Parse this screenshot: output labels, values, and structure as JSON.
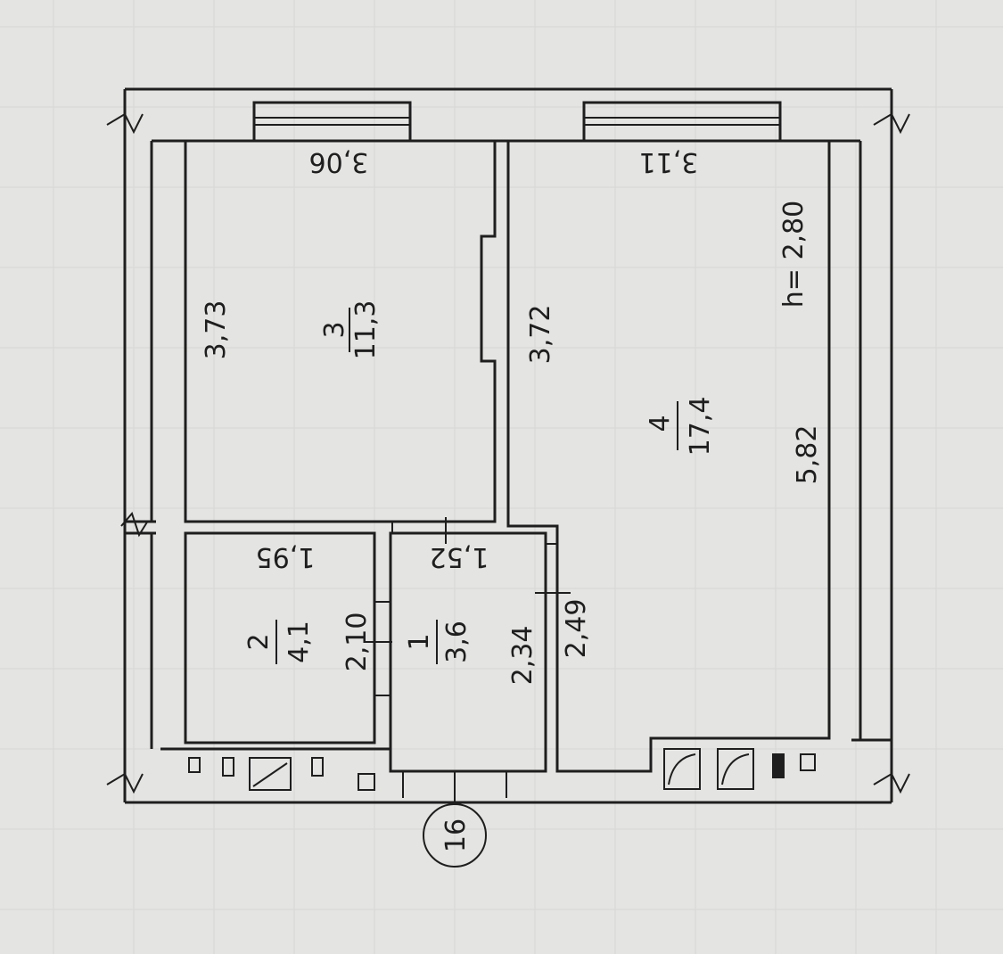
{
  "plan": {
    "axis_label": "16",
    "ceiling_height": "h= 2,80",
    "rooms": [
      {
        "number": "1",
        "area": "3,6",
        "dims": [
          "1,52",
          "2,34"
        ]
      },
      {
        "number": "2",
        "area": "4,1",
        "dims": [
          "1,95",
          "2,10"
        ]
      },
      {
        "number": "3",
        "area": "11,3",
        "dims": [
          "3,06",
          "3,73"
        ]
      },
      {
        "number": "4",
        "area": "17,4",
        "dims": [
          "3,11",
          "3,72",
          "5,82"
        ]
      }
    ],
    "extra_dims": [
      "2,49"
    ]
  }
}
